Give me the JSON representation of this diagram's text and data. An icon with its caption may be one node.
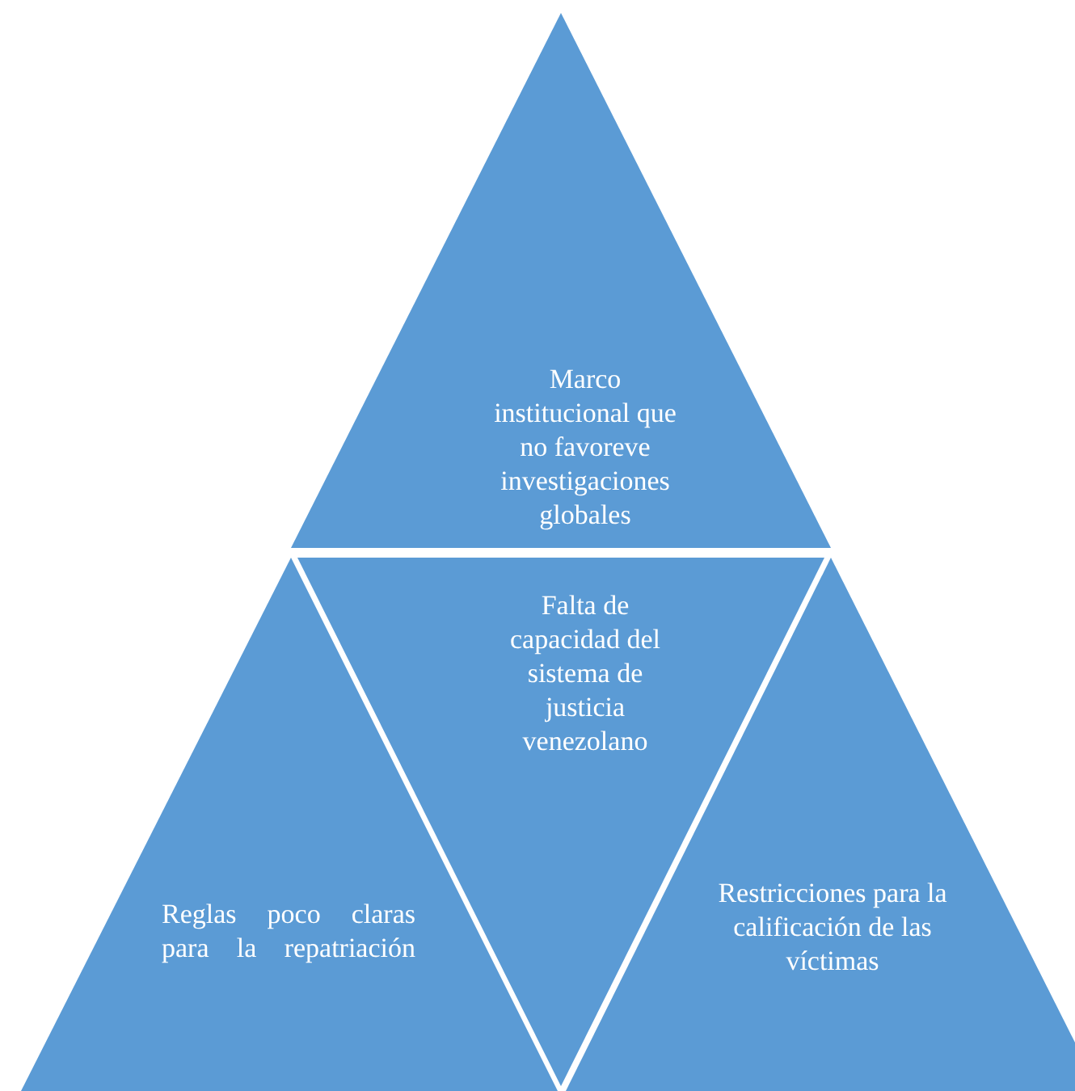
{
  "diagram": {
    "nodes": [
      {
        "text": [
          "Marco institucional que no favoreve investigaciones globales"
        ]
      },
      {
        "text": [
          "Falta de capacidad del sistema de justicia venezolano"
        ]
      },
      {
        "text": [
          "Reglas poco claras para la repatriación"
        ]
      },
      {
        "text": [
          "Restricciones para la calificación de las víctimas"
        ]
      }
    ]
  }
}
